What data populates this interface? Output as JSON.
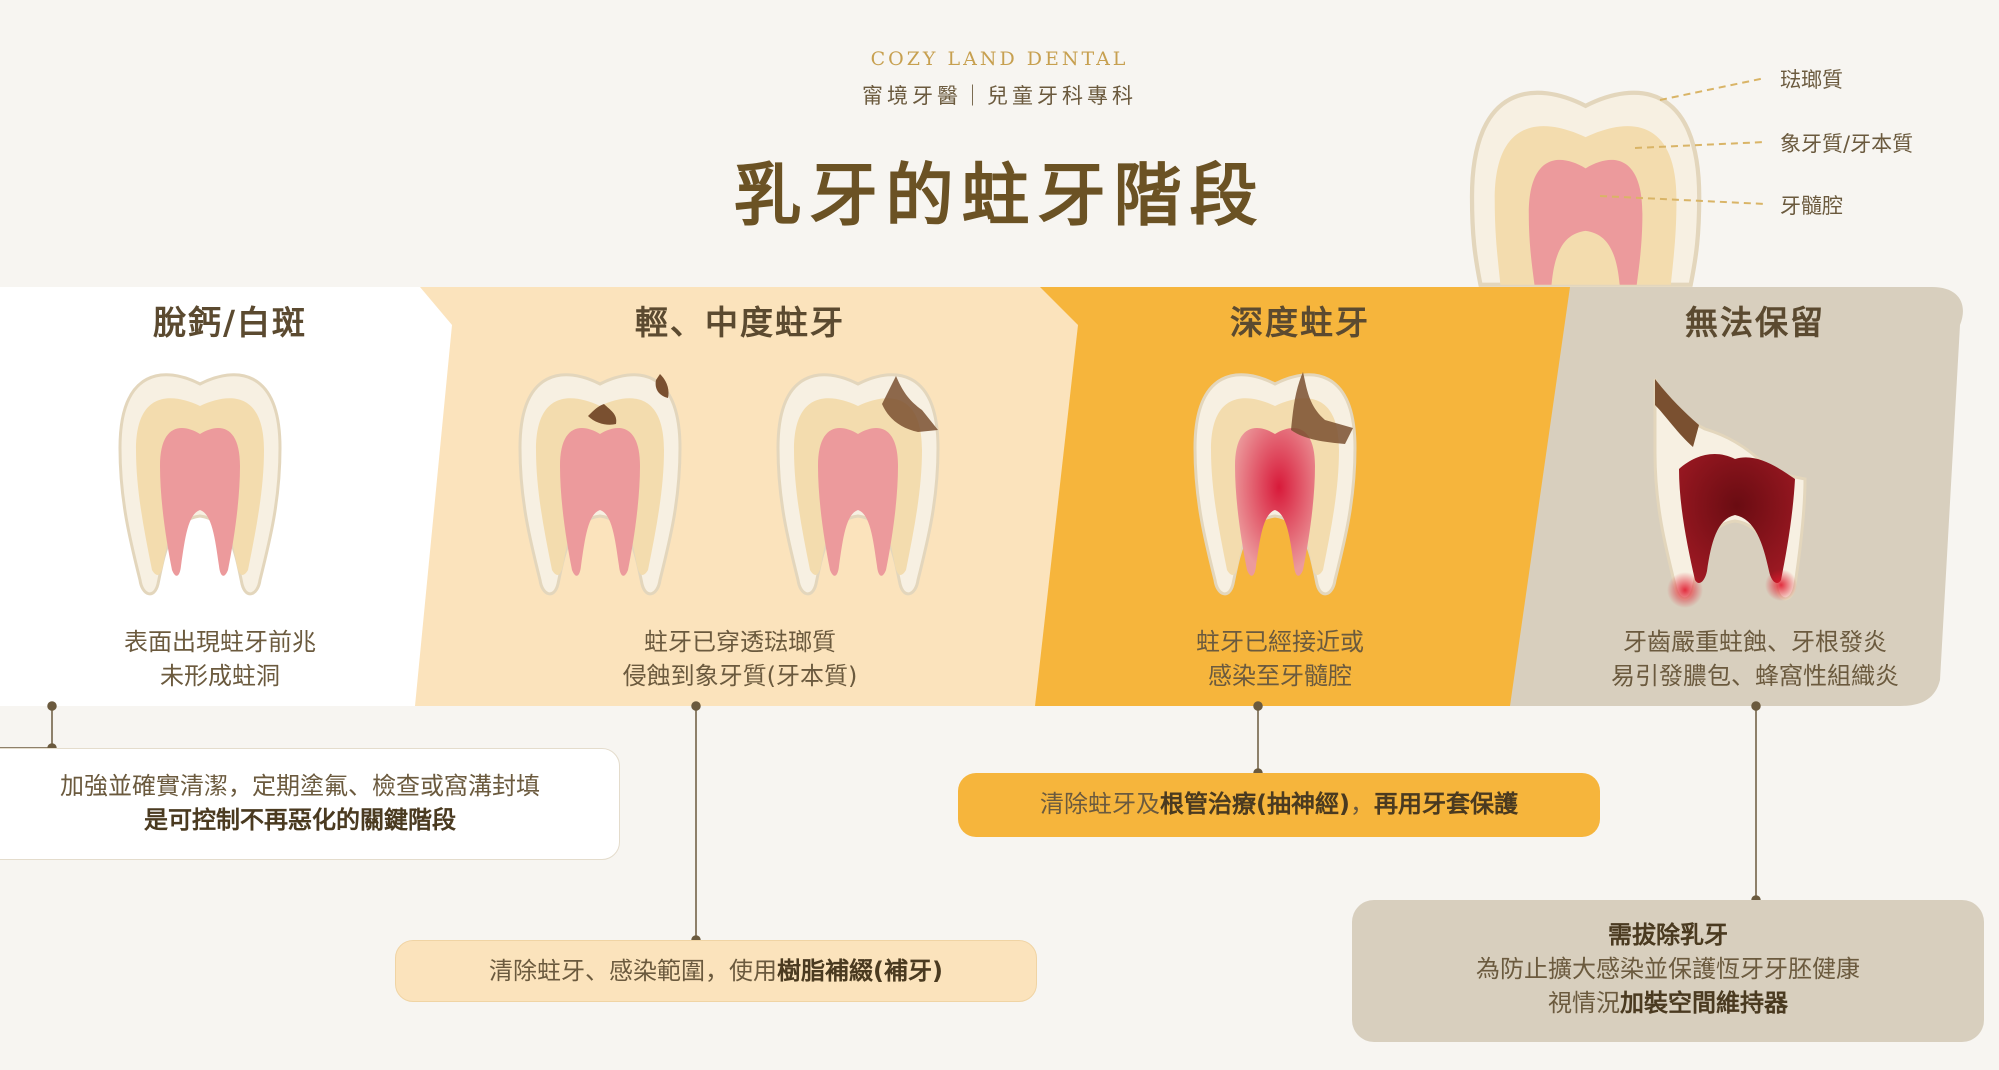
{
  "brand": {
    "english": "COZY LAND DENTAL",
    "chinese": "甯境牙醫｜兒童牙科專科"
  },
  "title": "乳牙的蛀牙階段",
  "anatomy": {
    "labels": [
      "琺瑯質",
      "象牙質/牙本質",
      "牙髓腔"
    ]
  },
  "stages": [
    {
      "title": "脫鈣/白斑",
      "description": "表面出現蛀牙前兆\n未形成蛀洞",
      "color": "#ffffff"
    },
    {
      "title": "輕、中度蛀牙",
      "description": "蛀牙已穿透琺瑯質\n侵蝕到象牙質(牙本質)",
      "color": "#fbe3bc"
    },
    {
      "title": "深度蛀牙",
      "description": "蛀牙已經接近或\n感染至牙髓腔",
      "color": "#f6b53c"
    },
    {
      "title": "無法保留",
      "description": "牙齒嚴重蛀蝕、牙根發炎\n易引發膿包、蜂窩性組織炎",
      "color": "#d8cfbe"
    }
  ],
  "treatments": {
    "stage1": {
      "line1": "加強並確實清潔，定期塗氟、檢查或窩溝封填",
      "line2_bold": "是可控制不再惡化的關鍵階段"
    },
    "stage2": {
      "prefix": "清除蛀牙、感染範圍，使用",
      "bold": "樹脂補綴(補牙)"
    },
    "stage3": {
      "prefix": "清除蛀牙及",
      "bold1": "根管治療(抽神經)",
      "middle": "，",
      "bold2": "再用牙套保護"
    },
    "stage4": {
      "heading_bold": "需拔除乳牙",
      "line2": "為防止擴大感染並保護恆牙牙胚健康",
      "line3_prefix": "視情況",
      "line3_bold": "加裝空間維持器"
    }
  },
  "colors": {
    "enamel": "#f7f0e2",
    "dentin": "#f3dcae",
    "pulp": "#ec9a9c",
    "decay": "#7a5030",
    "infection": "#d81a3a",
    "connector": "#6b5a3e"
  }
}
